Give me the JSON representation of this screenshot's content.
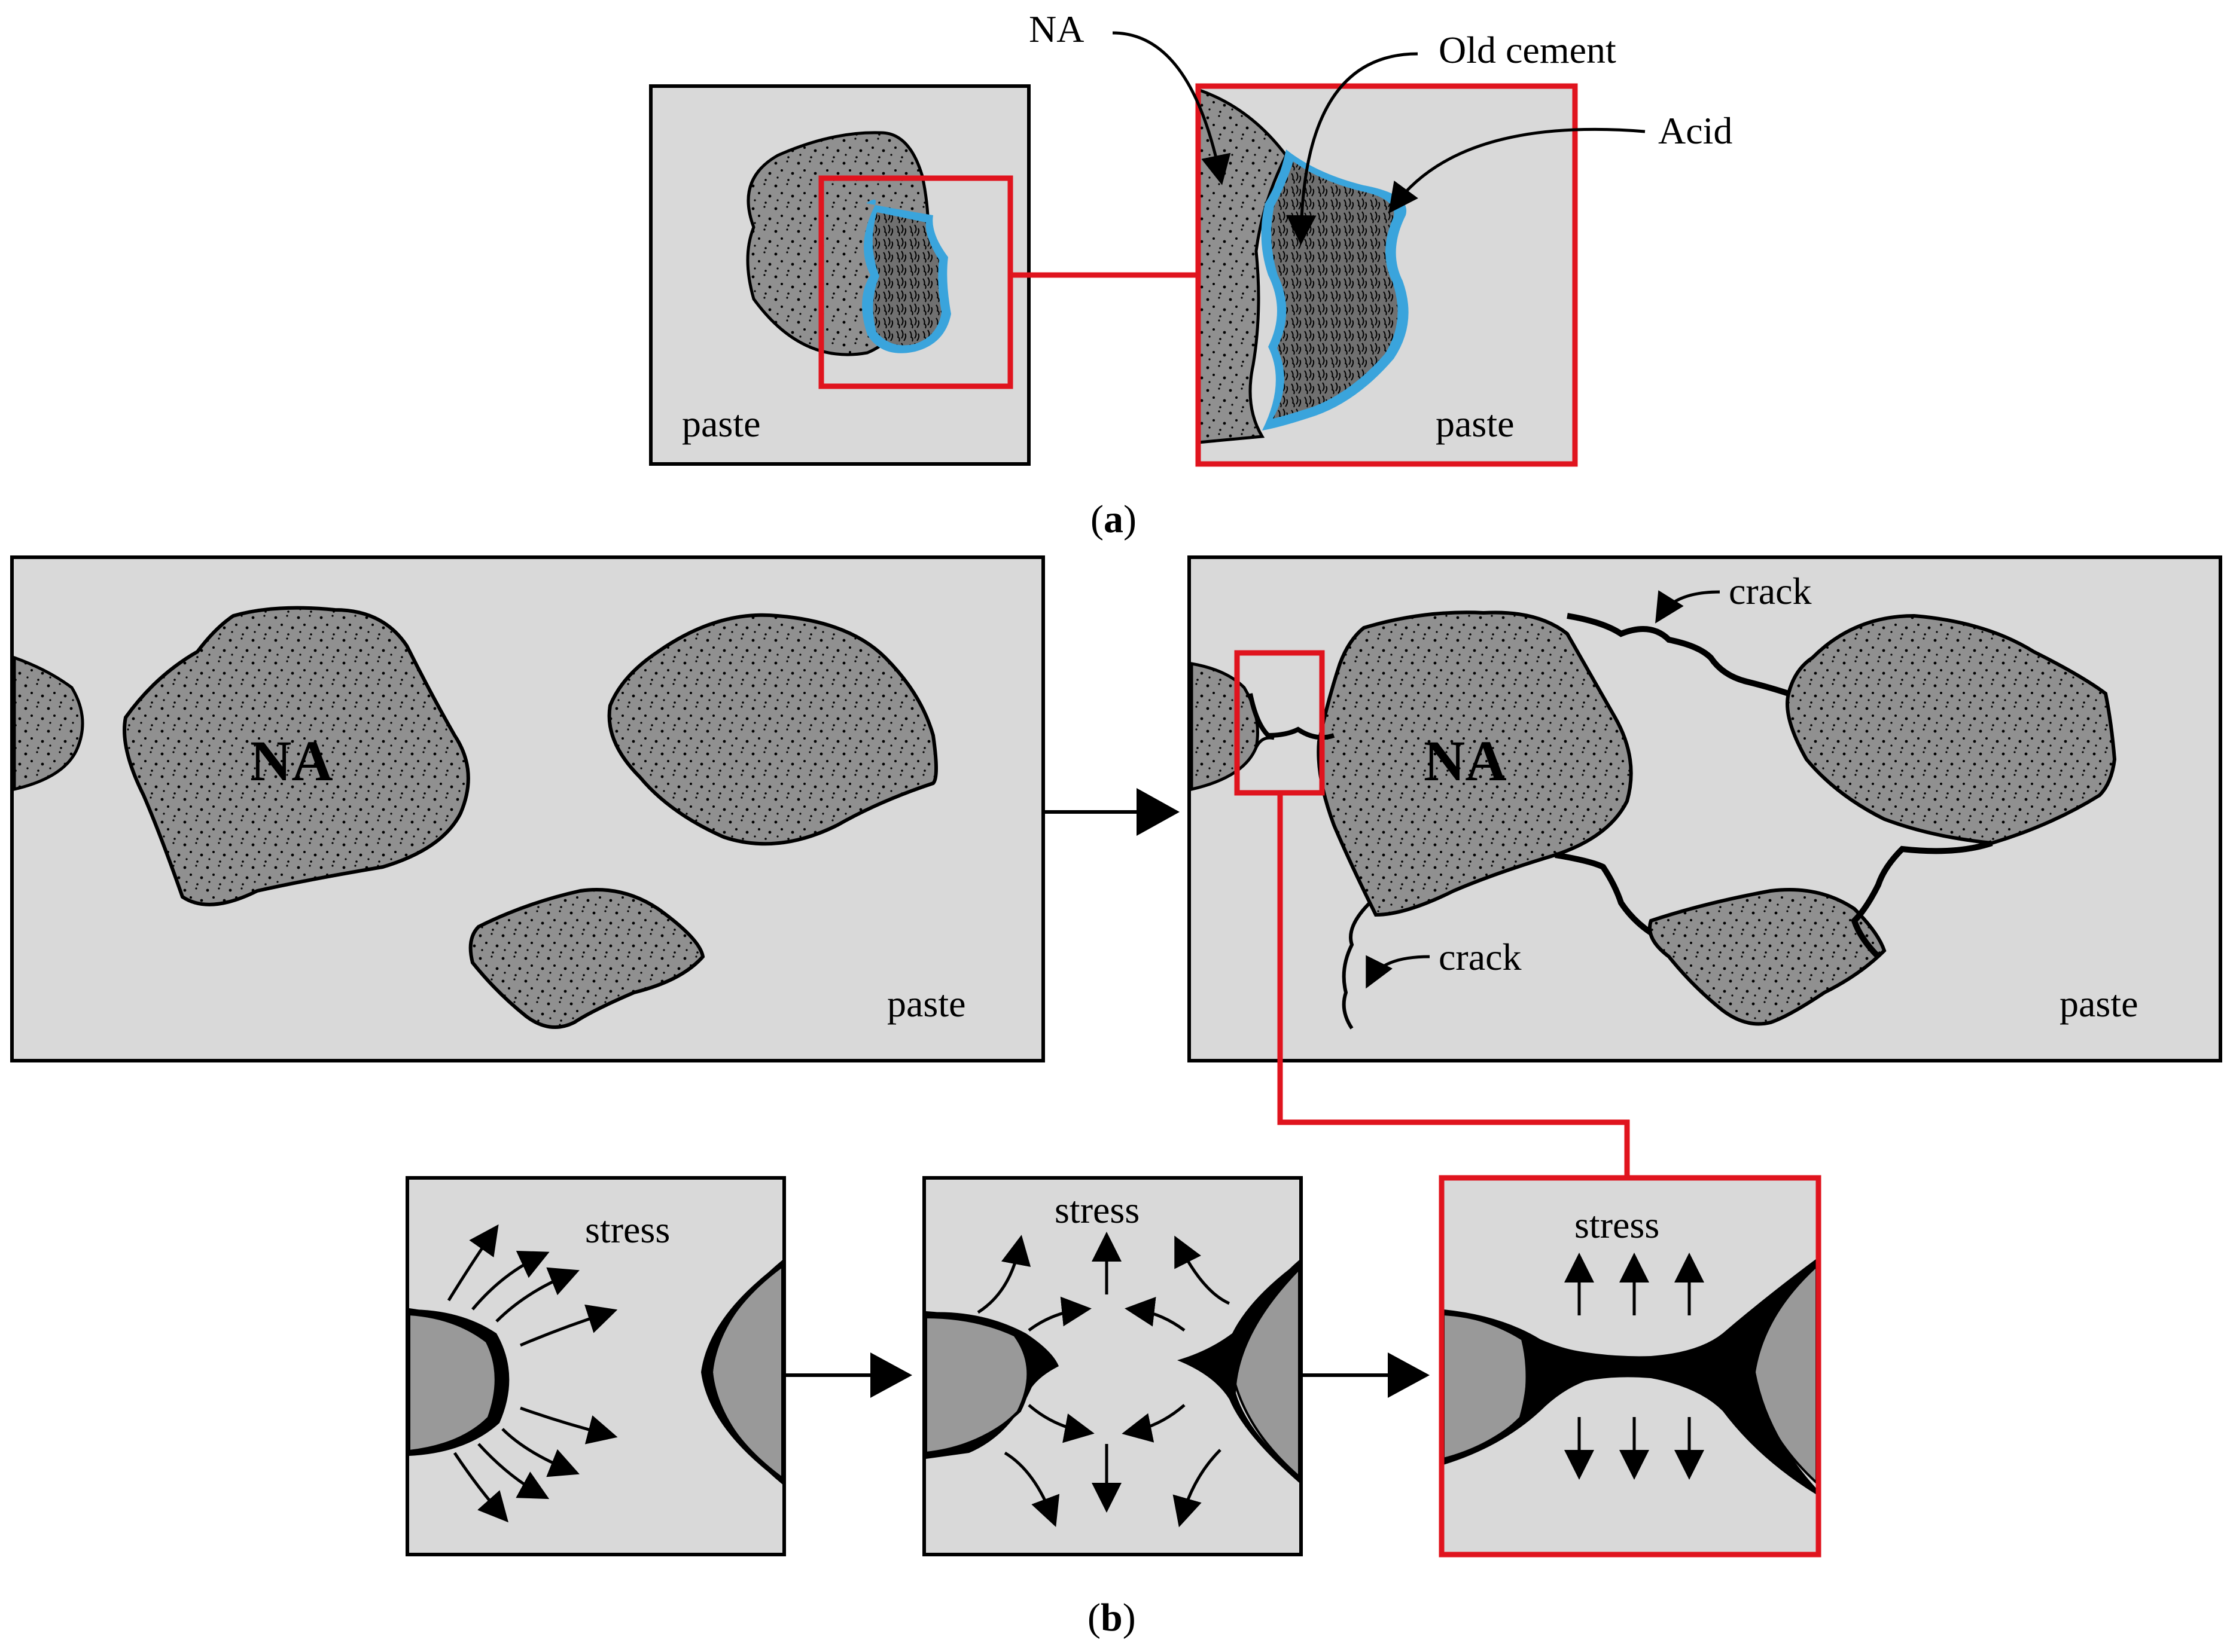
{
  "colors": {
    "paste": "#d9d9d9",
    "aggregate": "#909090",
    "old_cement": "#6f6f6f",
    "acid": "#3aa4dc",
    "highlight": "#e0141e",
    "outline": "#000000"
  },
  "panel_a": {
    "label_na": "NA",
    "label_old_cement": "Old cement",
    "label_acid": "Acid",
    "paste_left": "paste",
    "paste_right": "paste",
    "caption_open": "(",
    "caption_letter": "a",
    "caption_close": ")"
  },
  "panel_b": {
    "left_na": "NA",
    "left_paste": "paste",
    "right_na": "NA",
    "right_paste": "paste",
    "crack_top": "crack",
    "crack_bottom": "crack",
    "stress_1": "stress",
    "stress_2": "stress",
    "stress_3": "stress",
    "caption_open": "(",
    "caption_letter": "b",
    "caption_close": ")"
  }
}
